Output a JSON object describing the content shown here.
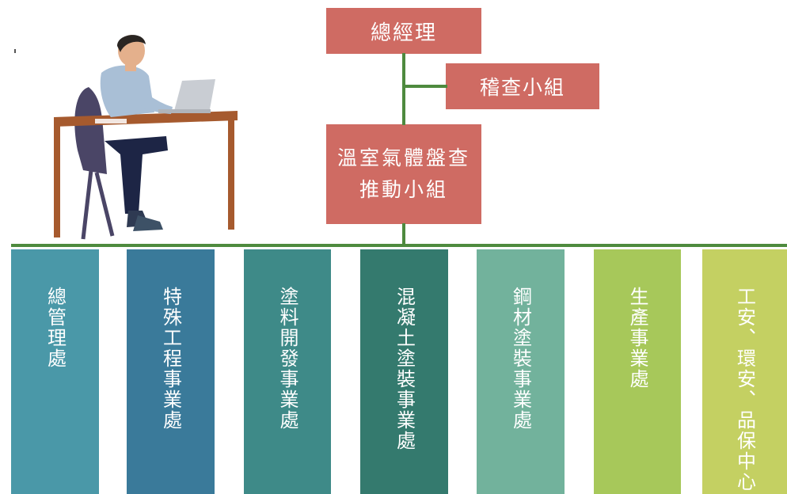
{
  "org_chart": {
    "top": "總經理",
    "audit": "稽查小組",
    "ghg_group": "溫室氣體盤查推動小組",
    "departments": [
      "總管理處",
      "特殊工程事業處",
      "塗料開發事業處",
      "混凝土塗裝事業處",
      "鋼材塗裝事業處",
      "生產事業處",
      "工安、環安、品保中心"
    ]
  },
  "colors": {
    "manager_boxes": "#cf6b63",
    "connector": "#4e8a3e",
    "departments": [
      "#4a98a8",
      "#3a7a9a",
      "#3e8a88",
      "#347a6e",
      "#72b29c",
      "#a7c85a",
      "#c4d062"
    ]
  },
  "illustration": {
    "icon": "person-working-at-desk-icon"
  }
}
